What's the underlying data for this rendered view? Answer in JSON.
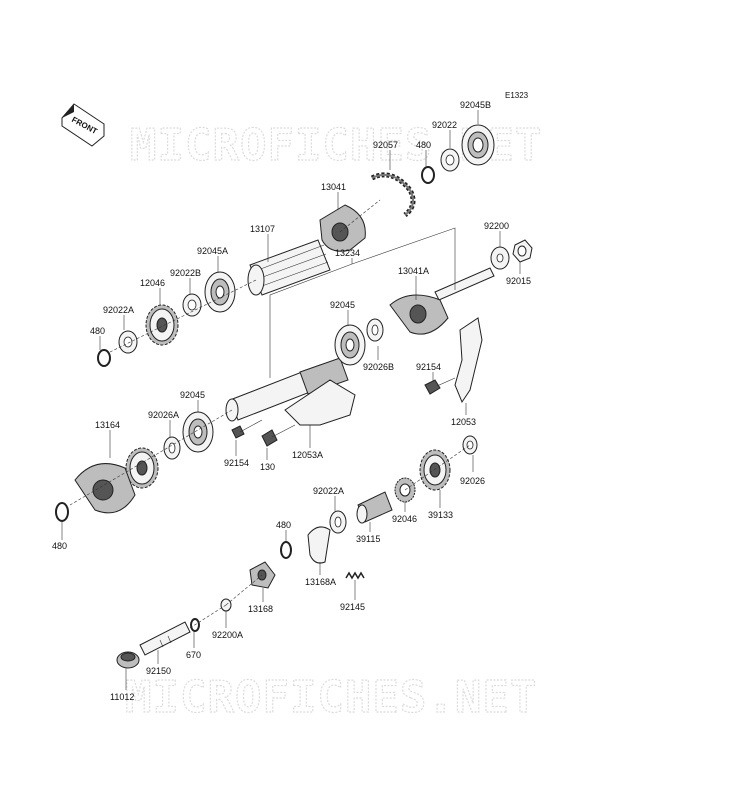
{
  "diagram": {
    "code": "E1323",
    "front_label": "FRONT",
    "watermark_top": "MICROFICHES.NET",
    "watermark_bottom": "MICROFICHES.NET"
  },
  "parts": [
    {
      "id": "p01",
      "text": "92045B"
    },
    {
      "id": "p02",
      "text": "92022"
    },
    {
      "id": "p03",
      "text": "480"
    },
    {
      "id": "p04",
      "text": "92057"
    },
    {
      "id": "p05",
      "text": "13041"
    },
    {
      "id": "p06",
      "text": "13107"
    },
    {
      "id": "p07",
      "text": "92045A"
    },
    {
      "id": "p08",
      "text": "92022B"
    },
    {
      "id": "p09",
      "text": "12046"
    },
    {
      "id": "p10",
      "text": "13234"
    },
    {
      "id": "p11",
      "text": "92200"
    },
    {
      "id": "p12",
      "text": "92015"
    },
    {
      "id": "p13",
      "text": "13041A"
    },
    {
      "id": "p14",
      "text": "92022A"
    },
    {
      "id": "p15",
      "text": "480"
    },
    {
      "id": "p16",
      "text": "92045"
    },
    {
      "id": "p17",
      "text": "92026B"
    },
    {
      "id": "p18",
      "text": "92154"
    },
    {
      "id": "p19",
      "text": "12053"
    },
    {
      "id": "p20",
      "text": "92045"
    },
    {
      "id": "p21",
      "text": "92026A"
    },
    {
      "id": "p22",
      "text": "13164"
    },
    {
      "id": "p23",
      "text": "92154"
    },
    {
      "id": "p24",
      "text": "130"
    },
    {
      "id": "p25",
      "text": "12053A"
    },
    {
      "id": "p26",
      "text": "92026"
    },
    {
      "id": "p27",
      "text": "39133"
    },
    {
      "id": "p28",
      "text": "92046"
    },
    {
      "id": "p29",
      "text": "92022A"
    },
    {
      "id": "p30",
      "text": "39115"
    },
    {
      "id": "p31",
      "text": "480"
    },
    {
      "id": "p32",
      "text": "13168A"
    },
    {
      "id": "p33",
      "text": "92145"
    },
    {
      "id": "p34",
      "text": "13168"
    },
    {
      "id": "p35",
      "text": "92200A"
    },
    {
      "id": "p36",
      "text": "670"
    },
    {
      "id": "p37",
      "text": "92150"
    },
    {
      "id": "p38",
      "text": "11012"
    },
    {
      "id": "p39",
      "text": "480"
    }
  ]
}
